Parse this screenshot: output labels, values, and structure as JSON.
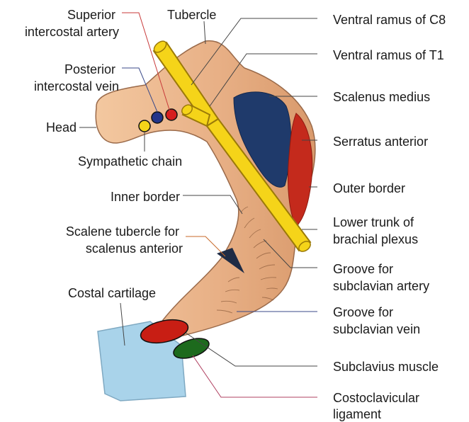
{
  "labels": {
    "superior_intercostal_artery": [
      "Superior",
      "intercostal artery"
    ],
    "tubercle": "Tubercle",
    "ventral_ramus_c8": "Ventral ramus of C8",
    "ventral_ramus_t1": "Ventral ramus of T1",
    "posterior_intercostal_vein": [
      "Posterior",
      "intercostal vein"
    ],
    "scalenus_medius": "Scalenus medius",
    "head": "Head",
    "serratus_anterior": "Serratus anterior",
    "sympathetic_chain": "Sympathetic chain",
    "outer_border": "Outer border",
    "inner_border": "Inner border",
    "lower_trunk": [
      "Lower trunk of",
      "brachial plexus"
    ],
    "scalene_tubercle": [
      "Scalene tubercle for",
      "scalenus anterior"
    ],
    "groove_subclavian_artery": [
      "Groove for",
      "subclavian artery"
    ],
    "costal_cartilage": "Costal cartilage",
    "groove_subclavian_vein": [
      "Groove for",
      "subclavian vein"
    ],
    "subclavius_muscle": "Subclavius muscle",
    "costoclavicular_ligament": [
      "Costoclavicular",
      "ligament"
    ]
  },
  "colors": {
    "bone": "#ecb58a",
    "bone_edge": "#9a6a4a",
    "nerve": "#f5d419",
    "scalenus_medius": "#1f3a6b",
    "serratus_anterior": "#c42a1c",
    "cartilage": "#a9d3ea",
    "subclavius": "#c81e14",
    "ligament": "#1d6a1d",
    "artery": "#d61e1e",
    "vein": "#23358a"
  }
}
